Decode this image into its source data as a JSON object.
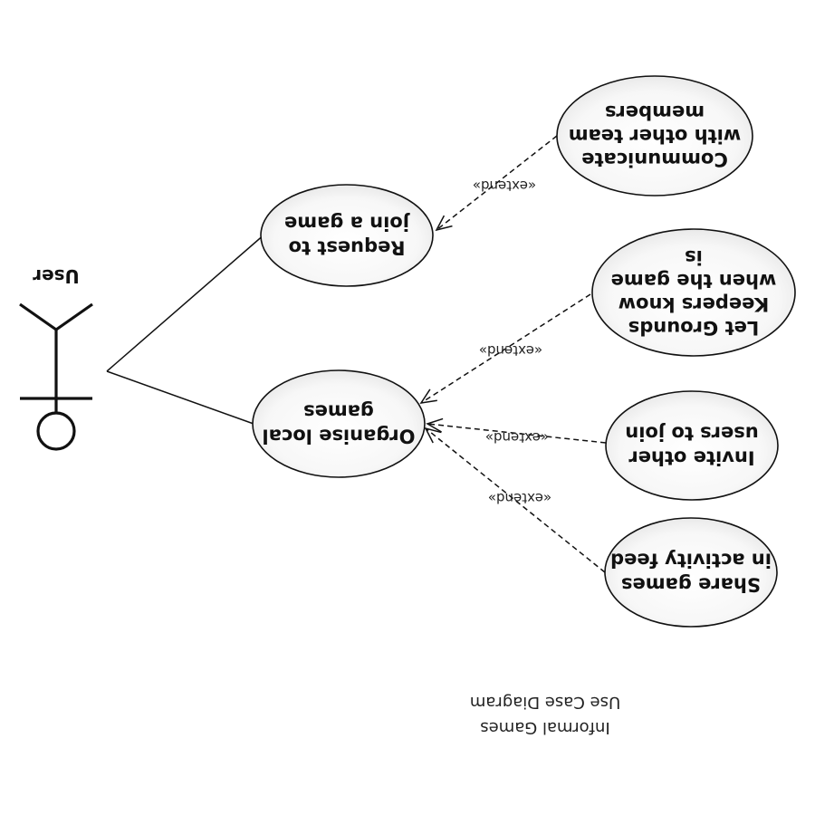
{
  "diagram": {
    "type": "use-case",
    "orientation": "rotated-180",
    "caption_lines": [
      "Informal Games",
      "Use Case Diagram"
    ],
    "actor": {
      "id": "user",
      "label": "User"
    },
    "use_cases": [
      {
        "id": "request-join",
        "lines": [
          "Request to",
          "join a game"
        ]
      },
      {
        "id": "organise-local",
        "lines": [
          "Organise local",
          "games"
        ]
      },
      {
        "id": "communicate",
        "lines": [
          "Communicate",
          "with  other team",
          "members"
        ]
      },
      {
        "id": "let-groundskeepers",
        "lines": [
          "Let Grounds",
          "Keepers know",
          "when the game",
          "is"
        ]
      },
      {
        "id": "invite-users",
        "lines": [
          "Invite other",
          "users to join"
        ]
      },
      {
        "id": "share-games",
        "lines": [
          "Share games",
          "in activity feed"
        ]
      }
    ],
    "associations": [
      {
        "from": "user",
        "to": "request-join"
      },
      {
        "from": "user",
        "to": "organise-local"
      }
    ],
    "extends": [
      {
        "from": "communicate",
        "to": "request-join",
        "label": "«extend»"
      },
      {
        "from": "let-groundskeepers",
        "to": "organise-local",
        "label": "«extend»"
      },
      {
        "from": "invite-users",
        "to": "organise-local",
        "label": "«extend»"
      },
      {
        "from": "share-games",
        "to": "organise-local",
        "label": "«extend»"
      }
    ]
  },
  "colors": {
    "stroke": "#111111",
    "ellipse_fill_center": "#ffffff",
    "ellipse_fill_edge": "#e6e6e6",
    "text": "#111111"
  }
}
